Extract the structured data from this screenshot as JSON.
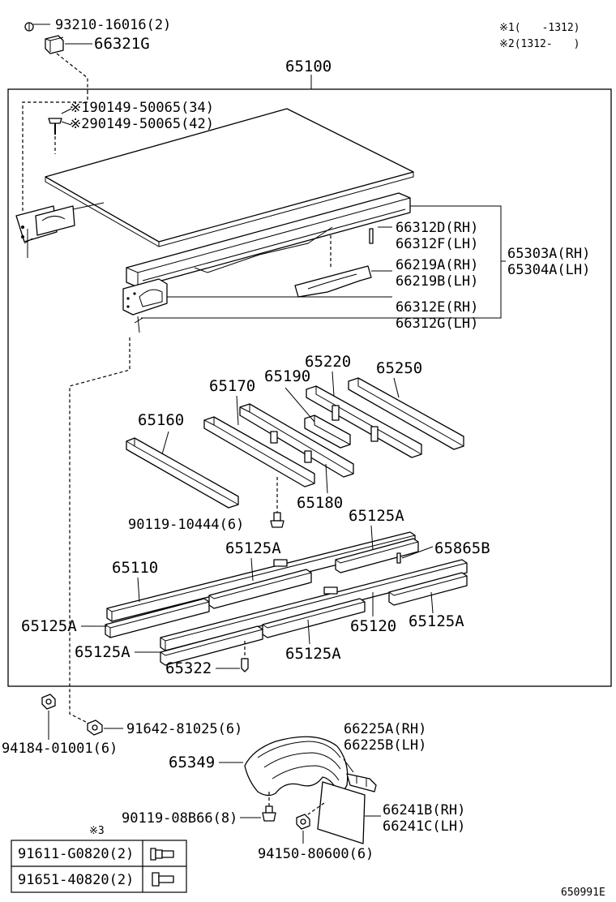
{
  "notes": {
    "n1": "※1(　　-1312)",
    "n2": "※2(1312-　　)"
  },
  "labels": {
    "p93210": "93210-16016(2)",
    "p66321g": "66321G",
    "p65100": "65100",
    "p90149_1": "※190149-50065(34)",
    "p90149_2": "※290149-50065(42)",
    "p66312d": "66312D(RH)",
    "p66312f": "66312F(LH)",
    "p65303a": "65303A(RH)",
    "p65304a": "65304A(LH)",
    "p66219a": "66219A(RH)",
    "p66219b": "66219B(LH)",
    "p66312e": "66312E(RH)",
    "p66312g": "66312G(LH)",
    "p65220": "65220",
    "p65250": "65250",
    "p65170": "65170",
    "p65190": "65190",
    "p65160": "65160",
    "p65180": "65180",
    "p90119_10444": "90119-10444(6)",
    "p65125a_1": "65125A",
    "p65125a_2": "65125A",
    "p65865b": "65865B",
    "p65110": "65110",
    "p65125a_3": "65125A",
    "p65120": "65120",
    "p65125a_4": "65125A",
    "p65125a_5": "65125A",
    "p65125a_6": "65125A",
    "p65322": "65322",
    "p94184": "94184-01001(6)",
    "p91642": "91642-81025(6)",
    "p66225a": "66225A(RH)",
    "p66225b": "66225B(LH)",
    "p65349": "65349",
    "p90119_08b66": "90119-08B66(8)",
    "p66241b": "66241B(RH)",
    "p66241c": "66241C(LH)",
    "p94150": "94150-80600(6)"
  },
  "legend_table": {
    "header": "※3",
    "rows": [
      {
        "part": "91611-G0820(2)",
        "icon": "flange-bolt-icon"
      },
      {
        "part": "91651-40820(2)",
        "icon": "bolt-icon"
      }
    ]
  },
  "figure_code": "650991E"
}
